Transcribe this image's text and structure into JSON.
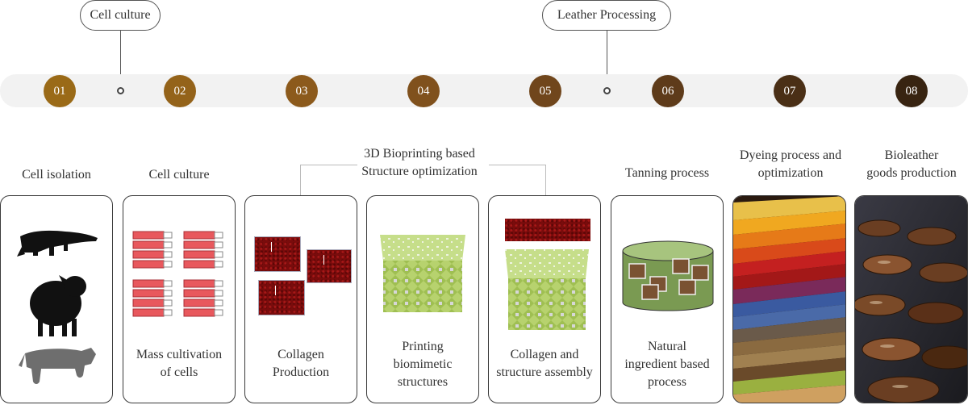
{
  "phases": [
    {
      "label": "Cell culture"
    },
    {
      "label": "Leather Processing"
    }
  ],
  "steps": [
    {
      "number": "01",
      "color": "#9a6a17"
    },
    {
      "number": "02",
      "color": "#94631a"
    },
    {
      "number": "03",
      "color": "#8c5a1c"
    },
    {
      "number": "04",
      "color": "#80511d"
    },
    {
      "number": "05",
      "color": "#70461c"
    },
    {
      "number": "06",
      "color": "#5e3b1a"
    },
    {
      "number": "07",
      "color": "#4a2f16"
    },
    {
      "number": "08",
      "color": "#382411"
    }
  ],
  "group_caption": {
    "line1": "3D Bioprinting based",
    "line2": "Structure optimization"
  },
  "captions": {
    "c1": "Cell isolation",
    "c2": "Cell culture",
    "c6": "Tanning process",
    "c7_line1": "Dyeing process and",
    "c7_line2": "optimization",
    "c8_line1": "Bioleather",
    "c8_line2": "goods production"
  },
  "cards": {
    "card2": {
      "line1": "Mass cultivation",
      "line2": "of cells"
    },
    "card3": {
      "line1": "Collagen",
      "line2": "Production"
    },
    "card4": {
      "line1": "Printing",
      "line2": "biomimetic",
      "line3": "structures"
    },
    "card5": {
      "line1": "Collagen and",
      "line2": "structure assembly"
    },
    "card6": {
      "line1": "Natural",
      "line2": "ingredient based",
      "line3": "process"
    }
  }
}
